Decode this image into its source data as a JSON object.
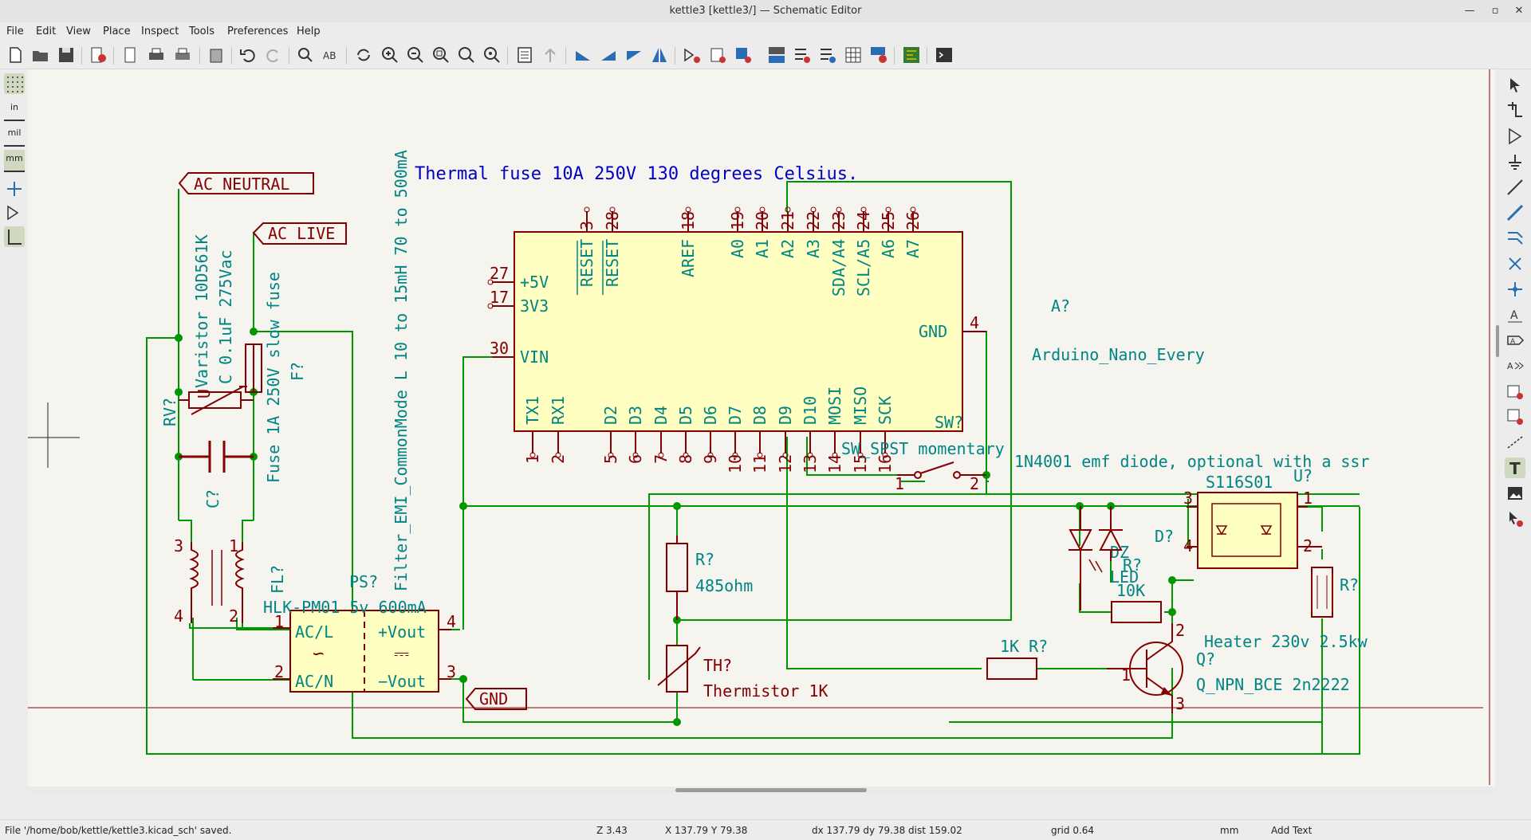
{
  "window": {
    "title": "kettle3 [kettle3/] — Schematic Editor",
    "controls": [
      "—",
      "▫",
      "✕"
    ]
  },
  "menu": [
    "File",
    "Edit",
    "View",
    "Place",
    "Inspect",
    "Tools",
    "Preferences",
    "Help"
  ],
  "toolbar_icons": [
    "new-schematic-icon",
    "open-icon",
    "save-icon",
    "page-settings-icon",
    "plot-icon",
    "print-icon",
    "plot2-icon",
    "paste-icon",
    "undo-icon",
    "redo-icon",
    "find-icon",
    "find-replace-icon",
    "refresh-icon",
    "zoom-in-icon",
    "zoom-out-icon",
    "zoom-fit-icon",
    "zoom-objects-icon",
    "zoom-selection-icon",
    "hierarchy-icon",
    "leave-sheet-icon",
    "rotate-ccw-icon",
    "rotate-cw-icon",
    "mirror-v-icon",
    "mirror-h-icon",
    "symbol-editor-icon",
    "symbol-browser-icon",
    "footprint-assign-icon",
    "annotate-icon",
    "erc-icon",
    "netlist-icon",
    "bom-icon",
    "symbol-fields-icon",
    "pcb-editor-icon",
    "scripting-console-icon"
  ],
  "left_toolbar": {
    "units": [
      "in",
      "mil",
      "mm"
    ]
  },
  "schematic": {
    "labels": {
      "ac_neutral": "AC NEUTRAL",
      "ac_live": "AC LIVE",
      "gnd": "GND"
    },
    "texts": {
      "thermal_fuse": "Thermal fuse 10A 250V 130 degrees Celsius.",
      "filter": "Filter_EMI_CommonMode L 10 to 15mH 70 to 500mA",
      "varistor": "Varistor 10D561K",
      "cap_value": "C 0.1uF 275Vac",
      "fuse_value": "Fuse 1A 250V slow fuse",
      "fuse_ref": "F?",
      "rv_ref": "RV?",
      "c_ref": "C?",
      "fl_ref": "FL?",
      "ps_ref": "PS?",
      "ps_value": "HLK-PM01 5v 600mA",
      "ps_acl": "AC/L",
      "ps_acn": "AC/N",
      "ps_vout_p": "+Vout",
      "ps_vout_n": "−Vout",
      "ps_glyph_ac": "∽",
      "ps_glyph_dc": "⎓",
      "a_ref": "A?",
      "a_value": "Arduino_Nano_Every",
      "sw_ref": "SW?",
      "sw_value": "SW_SPST momentary",
      "diode_note": "1N4001 emf diode, optional with a ssr",
      "ssr_value": "S116S01",
      "ssr_ref": "U?",
      "d_ref": "D?",
      "dz_ref": "DZ",
      "led": "LED",
      "r_ref": "R?",
      "r_ref2": "R?",
      "r_10k": "10K",
      "r_1k": "1K R?",
      "r_485_ref": "R?",
      "r_485": "485ohm",
      "th_ref": "TH?",
      "th_value": "Thermistor 1K",
      "heater_r": "R?",
      "heater": "Heater 230v 2.5kw",
      "q_ref": "Q?",
      "q_value": "Q_NPN_BCE 2n2222",
      "u_label": "U"
    },
    "arduino_top_pins": [
      {
        "num": "3",
        "name": "RESET"
      },
      {
        "num": "28",
        "name": "RESET"
      },
      {
        "num": "18",
        "name": "AREF"
      },
      {
        "num": "19",
        "name": "A0"
      },
      {
        "num": "20",
        "name": "A1"
      },
      {
        "num": "21",
        "name": "A2"
      },
      {
        "num": "22",
        "name": "A3"
      },
      {
        "num": "23",
        "name": "SDA/A4"
      },
      {
        "num": "24",
        "name": "SCL/A5"
      },
      {
        "num": "25",
        "name": "A6"
      },
      {
        "num": "26",
        "name": "A7"
      }
    ],
    "arduino_bottom_pins": [
      {
        "num": "1",
        "name": "TX1"
      },
      {
        "num": "2",
        "name": "RX1"
      },
      {
        "num": "5",
        "name": "D2"
      },
      {
        "num": "6",
        "name": "D3"
      },
      {
        "num": "7",
        "name": "D4"
      },
      {
        "num": "8",
        "name": "D5"
      },
      {
        "num": "9",
        "name": "D6"
      },
      {
        "num": "10",
        "name": "D7"
      },
      {
        "num": "11",
        "name": "D8"
      },
      {
        "num": "12",
        "name": "D9"
      },
      {
        "num": "13",
        "name": "D10"
      },
      {
        "num": "14",
        "name": "MOSI"
      },
      {
        "num": "15",
        "name": "MISO"
      },
      {
        "num": "16",
        "name": "SCK"
      }
    ],
    "arduino_left_pins": [
      {
        "num": "27",
        "name": "+5V"
      },
      {
        "num": "17",
        "name": "3V3"
      },
      {
        "num": "30",
        "name": "VIN"
      }
    ],
    "arduino_right_pins": [
      {
        "num": "4",
        "name": "GND"
      }
    ],
    "pin_numbers": {
      "fl1": "1",
      "fl2": "2",
      "fl3": "3",
      "fl4": "4",
      "ps1": "1",
      "ps2": "2",
      "ps3": "3",
      "ps4": "4",
      "sw1": "1",
      "sw2": "2",
      "u1": "1",
      "u2": "2",
      "u3": "3",
      "u4": "4",
      "q1": "1",
      "q2": "2",
      "q3": "3"
    }
  },
  "status": {
    "message": "File '/home/bob/kettle/kettle3.kicad_sch' saved.",
    "zoom": "Z 3.43",
    "coords": "X 137.79  Y 79.38",
    "delta": "dx 137.79  dy 79.38  dist 159.02",
    "grid": "grid 0.64",
    "units": "mm",
    "mode": "Add Text"
  },
  "colors": {
    "wire": "#009600",
    "symbol": "#840000",
    "symbol_fill": "#ffffc2",
    "field": "#008484",
    "note": "#0000c2",
    "background": "#f5f4ef"
  }
}
